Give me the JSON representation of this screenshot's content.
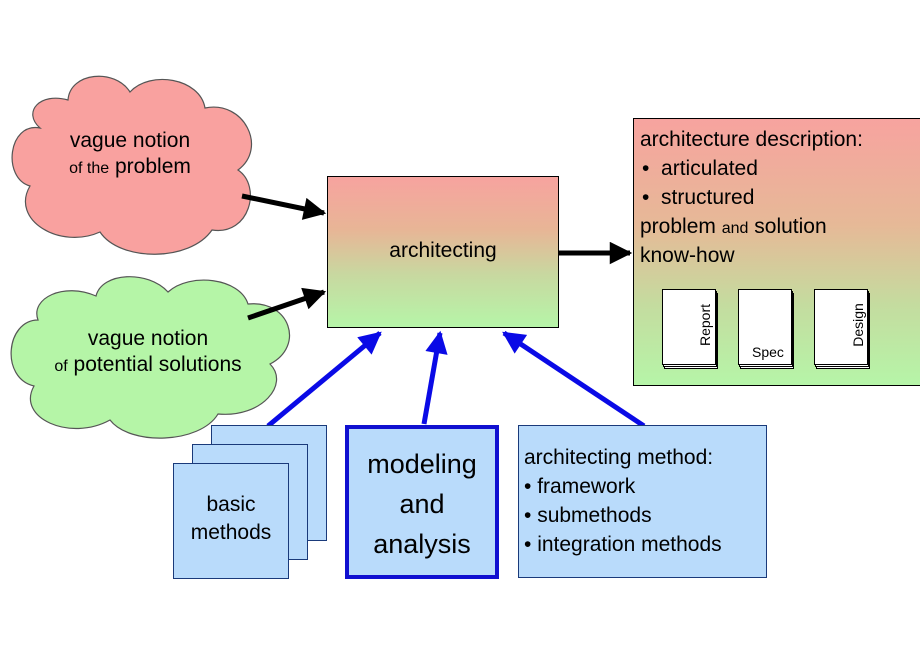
{
  "clouds": {
    "problem": {
      "line1": "vague notion",
      "line2_small": "of the",
      "line2_main": "problem",
      "fill": "#f9a19f"
    },
    "solutions": {
      "line1": "vague notion",
      "line2_small": "of",
      "line2_main": "potential solutions",
      "fill": "#b5f5a7"
    }
  },
  "center": {
    "label": "architecting"
  },
  "description": {
    "heading": "architecture description:",
    "bullets": [
      "articulated",
      "structured"
    ],
    "line_problem": "problem",
    "line_and": "and",
    "line_solution": "solution",
    "line_knowhow": "know-how",
    "documents": [
      "Report",
      "Spec",
      "Design"
    ]
  },
  "inputs": {
    "basic_methods": {
      "line1": "basic",
      "line2": "methods"
    },
    "modeling": {
      "line1": "modeling",
      "line2": "and",
      "line3": "analysis"
    },
    "architecting_method": {
      "heading": "architecting method:",
      "items": [
        "framework",
        "submethods",
        "integration methods"
      ]
    }
  },
  "colors": {
    "arrow_black": "#000000",
    "arrow_blue": "#0a0ae6",
    "method_fill": "#b9dbfb",
    "gradient_top": "#f7a39f",
    "gradient_bottom": "#b6f5a8"
  }
}
